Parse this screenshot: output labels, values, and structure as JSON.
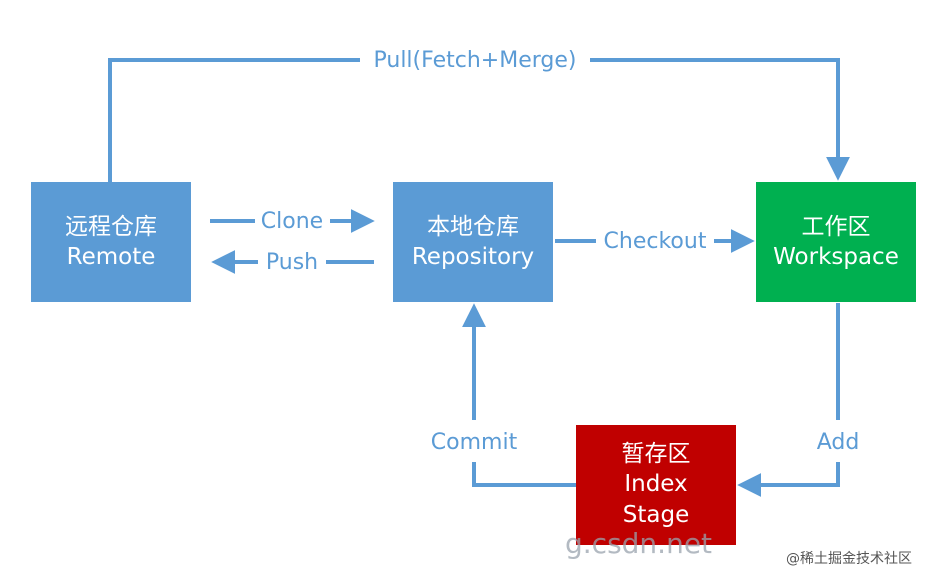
{
  "colors": {
    "repo_box": "#5b9bd5",
    "workspace_box": "#00b050",
    "index_box": "#c00000",
    "arrow": "#5b9bd5"
  },
  "nodes": {
    "remote": {
      "line1": "远程仓库",
      "line2": "Remote"
    },
    "repository": {
      "line1": "本地仓库",
      "line2": "Repository"
    },
    "workspace": {
      "line1": "工作区",
      "line2": "Workspace"
    },
    "index": {
      "line1": "暂存区",
      "line2": "Index",
      "line3": "Stage"
    }
  },
  "edges": {
    "pull": "Pull(Fetch+Merge)",
    "clone": "Clone",
    "push": "Push",
    "checkout": "Checkout",
    "add": "Add",
    "commit": "Commit"
  },
  "watermark": {
    "main": "g.csdn.net",
    "badge": "@稀土掘金技术社区"
  }
}
